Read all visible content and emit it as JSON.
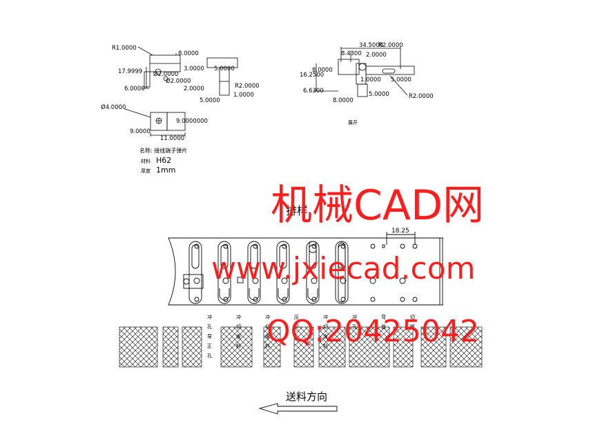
{
  "views": {
    "view1": {
      "dims": [
        "R1.0000",
        "8.0000",
        "17.9999",
        "Ø2.0000",
        "3.0000",
        "5.0000",
        "Ø2.0000",
        "6.0000",
        "2.0000",
        "R2.0000",
        "1.0000",
        "5.0000"
      ]
    },
    "view2": {
      "dims": [
        "Ø4.0000",
        "9.0000",
        "9.0000000",
        "11.0000"
      ]
    },
    "view3": {
      "dims": [
        "34.5000",
        "R2.0000",
        "8.4300",
        "2.0000",
        "16.2500",
        "8.0000",
        "1.0000",
        "5.0000",
        "6.6300",
        "5.0000",
        "8.0000",
        "R2.0000"
      ],
      "caption": "展开"
    }
  },
  "part_info": {
    "name": "名称: 接线端子弹片",
    "material_label": "材料",
    "material": "H62",
    "thickness_label": "厚度",
    "thickness": "1mm"
  },
  "strip": {
    "title": "排样",
    "pitch": "18.25",
    "direction_label": "送料方向"
  },
  "stations": [
    {
      "text": "冲 孔 导 正 孔"
    },
    {
      "text": "冲 切 废 料"
    },
    {
      "text": "冲 切 废 料"
    },
    {
      "text": "压 印"
    },
    {
      "text": "冲 切 废 料"
    },
    {
      "text": "冲 孔"
    },
    {
      "text": "弯 曲"
    },
    {
      "text": "切 断"
    }
  ],
  "watermark": {
    "line1": "机械CAD网",
    "line2": "www.jxiecad.com",
    "line3": "QQ:20425042"
  },
  "colors": {
    "line": "#000000",
    "watermark": "#ff1e1e"
  }
}
